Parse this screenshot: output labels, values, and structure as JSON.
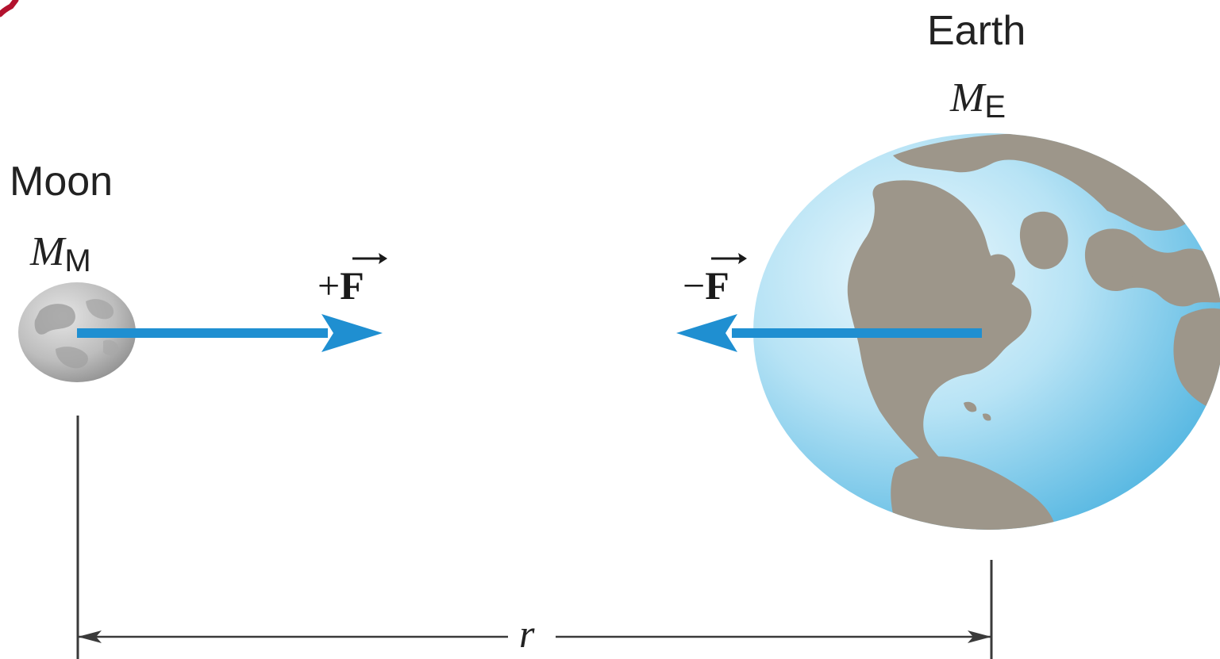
{
  "diagram": {
    "moon": {
      "name": "Moon",
      "mass_symbol": "M",
      "mass_subscript": "M"
    },
    "earth": {
      "name": "Earth",
      "mass_symbol": "M",
      "mass_subscript": "E"
    },
    "forces": {
      "on_moon": {
        "sign": "+",
        "symbol": "F"
      },
      "on_earth": {
        "sign": "−",
        "symbol": "F"
      }
    },
    "distance_label": "r"
  },
  "colors": {
    "arrow": "#1f8fd1",
    "accent_red": "#b3122e",
    "ocean_light": "#e4f5fc",
    "ocean_dark": "#6cc2e6",
    "land": "#9d968a",
    "moon_light": "#d7d7d7",
    "moon_dark": "#8f8f8f",
    "line": "#3a3a3a"
  }
}
